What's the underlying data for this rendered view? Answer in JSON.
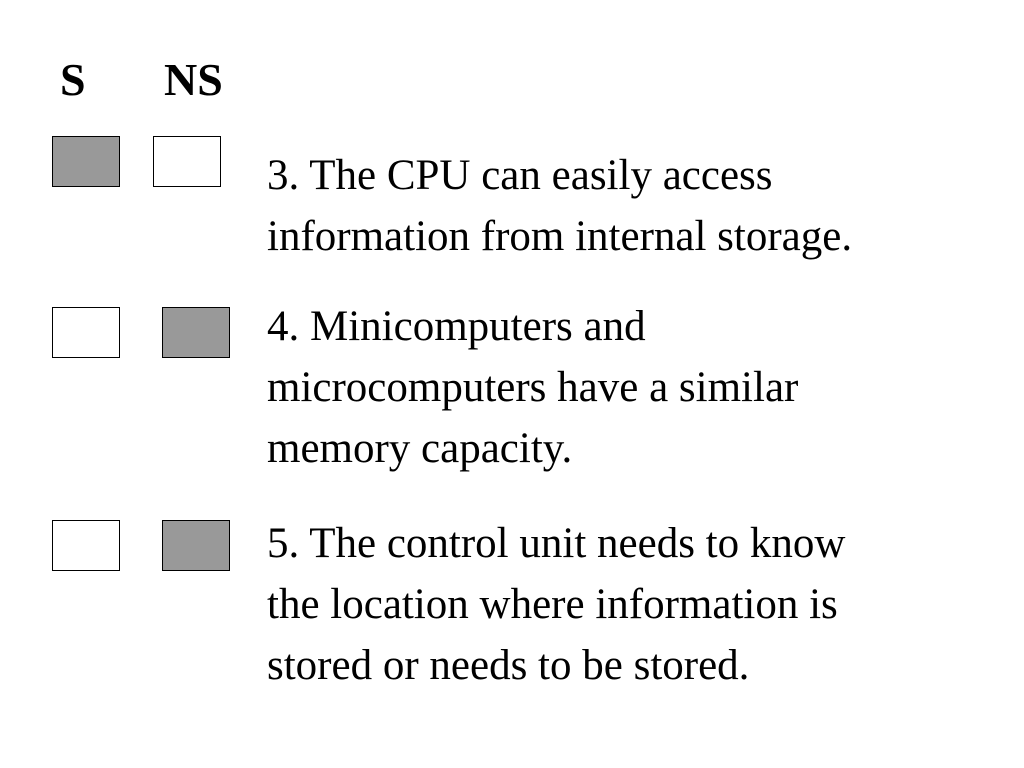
{
  "headers": {
    "s": "S",
    "ns": "NS"
  },
  "colors": {
    "filled_box": "#999999",
    "empty_box": "#ffffff",
    "border": "#000000"
  },
  "items": [
    {
      "selected": "S",
      "lines": [
        "3. The CPU can easily access",
        "information from internal storage."
      ]
    },
    {
      "selected": "NS",
      "lines": [
        "4. Minicomputers and",
        "microcomputers have a similar",
        "memory capacity."
      ]
    },
    {
      "selected": "NS",
      "lines": [
        "5. The control unit needs to know",
        "the location where information is",
        "stored or needs to be stored."
      ]
    }
  ]
}
